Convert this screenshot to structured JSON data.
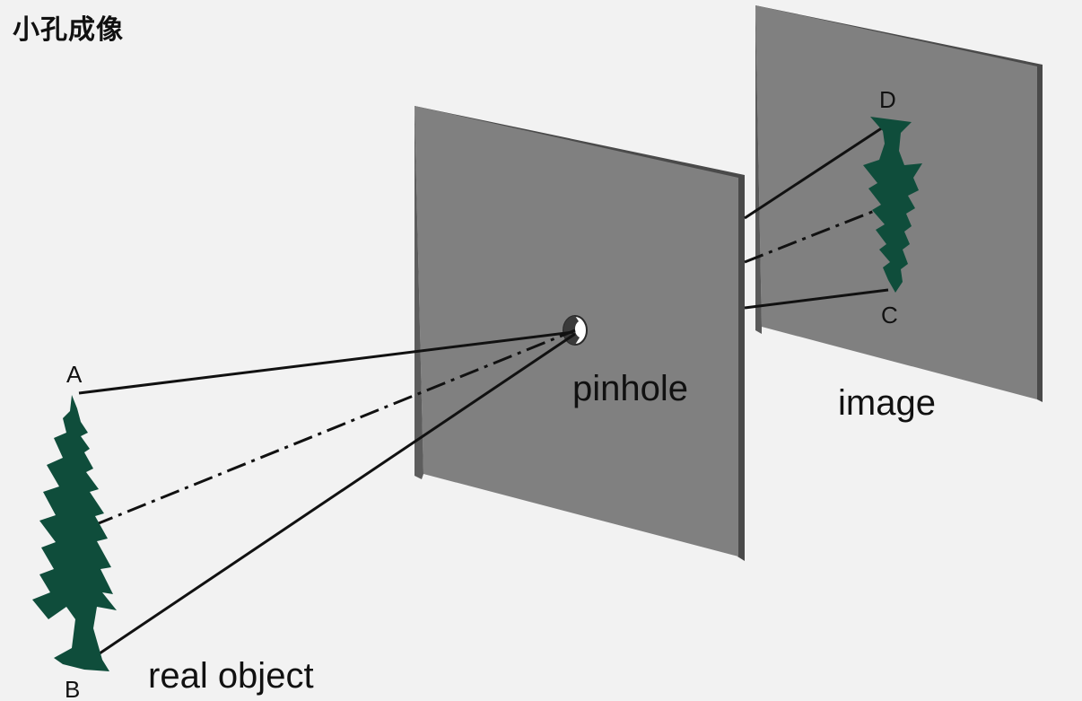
{
  "title": "小孔成像",
  "labels": {
    "pinhole": "pinhole",
    "image": "image",
    "object": "real object",
    "point_a": "A",
    "point_b": "B",
    "point_c": "C",
    "point_d": "D"
  },
  "colors": {
    "background": "#f2f2f2",
    "screen_face": "#7f7f7f",
    "screen_edge": "#4a4a4a",
    "tree": "#0f4d3b",
    "ray": "#111111"
  }
}
